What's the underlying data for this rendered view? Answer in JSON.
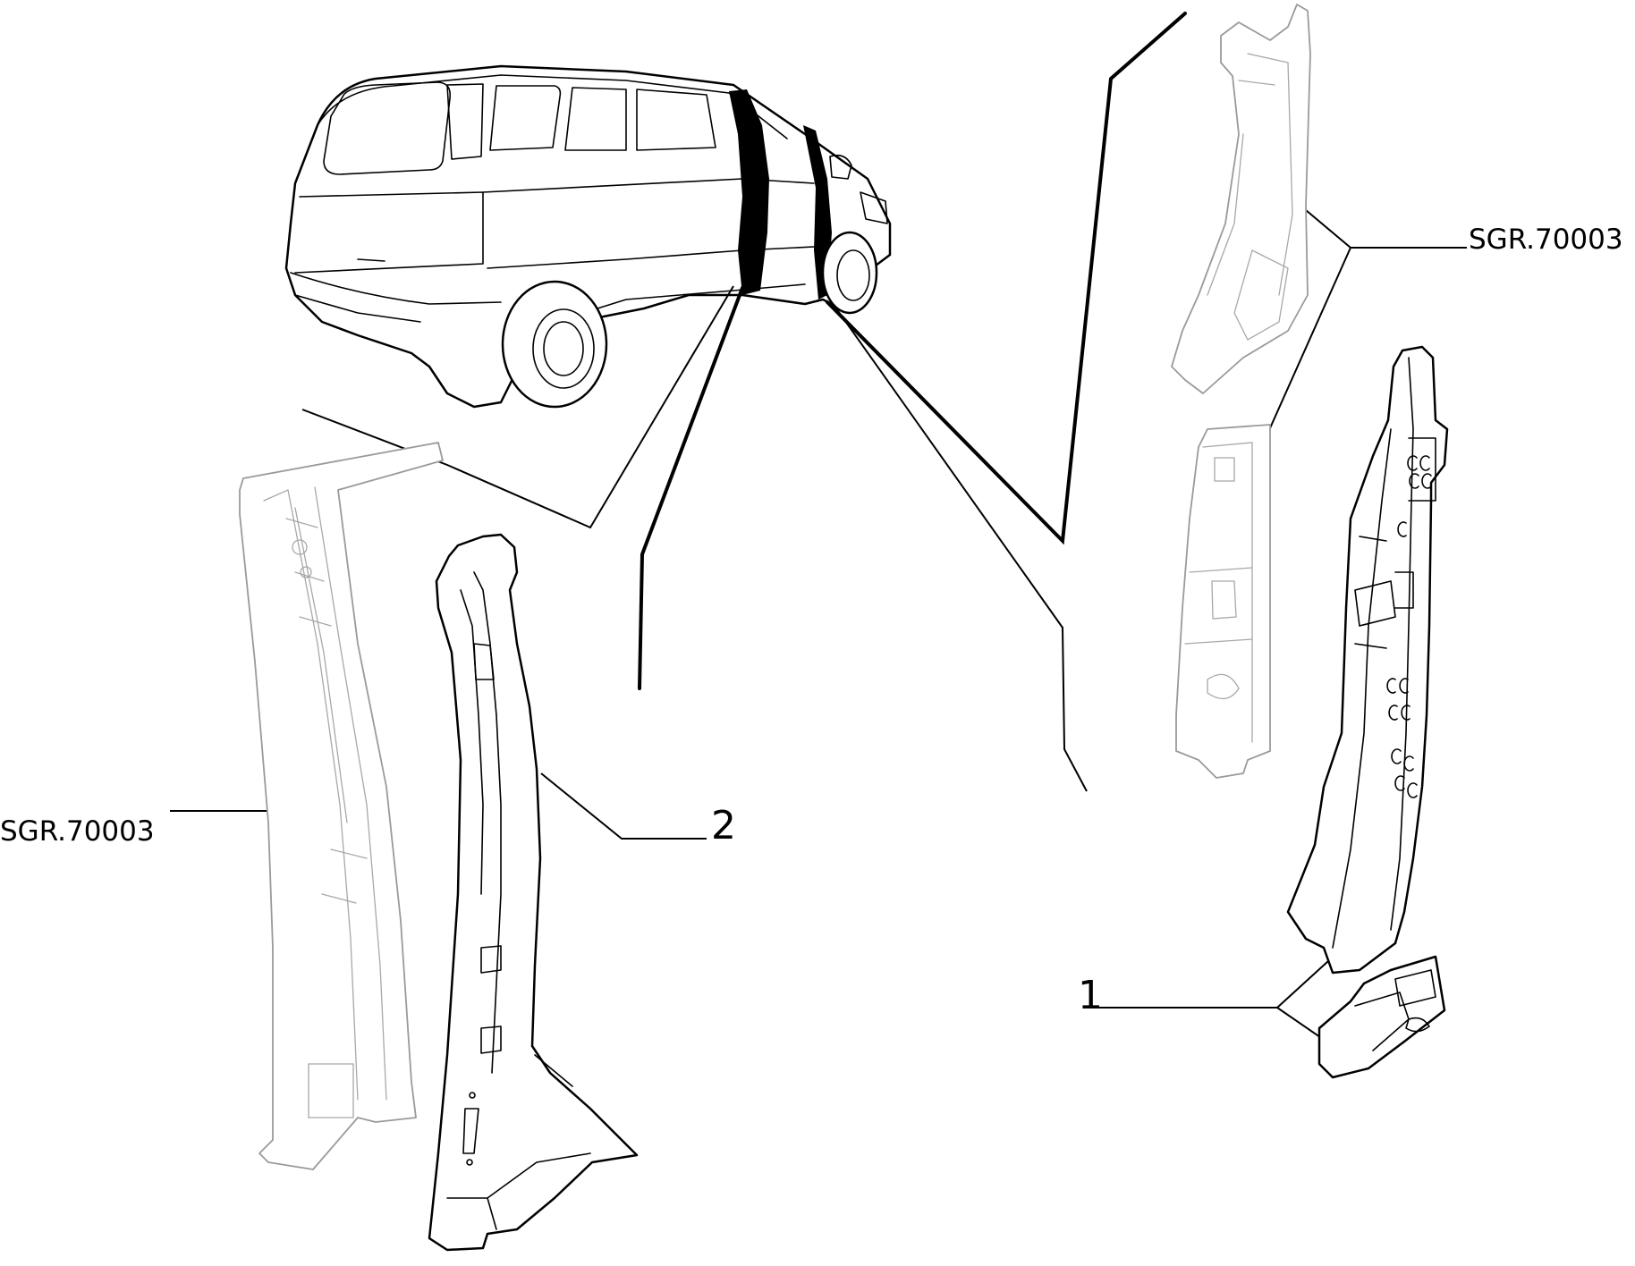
{
  "labels": {
    "ref_upper_right": "SGR.70003",
    "ref_left": "SGR.70003",
    "part_1": "1",
    "part_2": "2"
  },
  "colors": {
    "line": "#000000",
    "ghost_line": "#9a9a9a",
    "background": "#ffffff"
  }
}
